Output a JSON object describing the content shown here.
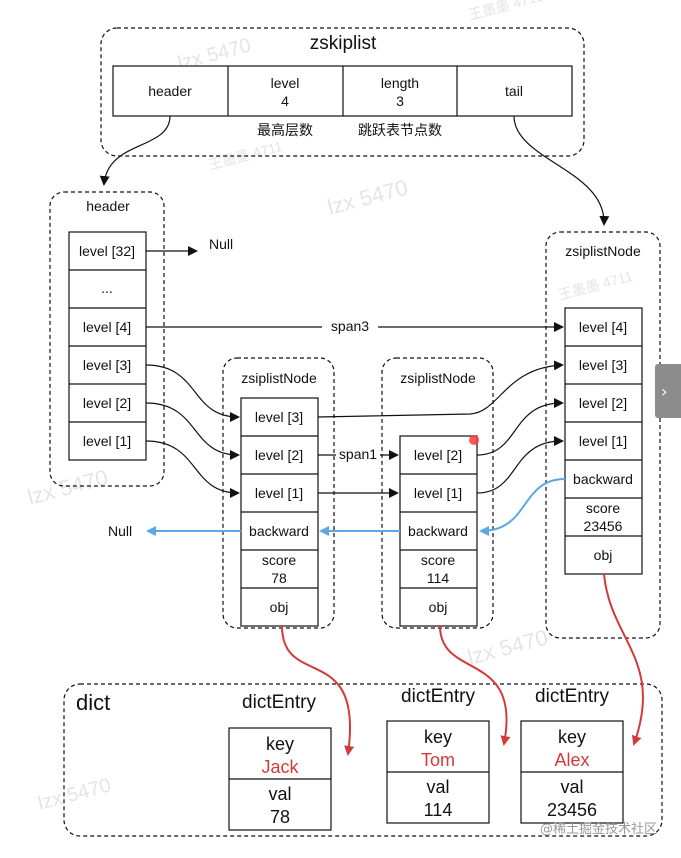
{
  "zskiplist": {
    "title": "zskiplist",
    "header": "header",
    "level_label": "level",
    "level_value": "4",
    "length_label": "length",
    "length_value": "3",
    "tail": "tail",
    "caption_level": "最高层数",
    "caption_length": "跳跃表节点数"
  },
  "header_node": {
    "title": "header",
    "levels": [
      "level [32]",
      "...",
      "level [4]",
      "level [3]",
      "level [2]",
      "level [1]"
    ]
  },
  "null_top": "Null",
  "null_left": "Null",
  "span3": "span3",
  "span1": "span1",
  "nodes": [
    {
      "title": "zsiplistNode",
      "levels": [
        "level [3]",
        "level [2]",
        "level [1]"
      ],
      "backward": "backward",
      "score_label": "score",
      "score_value": "78",
      "obj": "obj"
    },
    {
      "title": "zsiplistNode",
      "levels": [
        "level [2]",
        "level [1]"
      ],
      "backward": "backward",
      "score_label": "score",
      "score_value": "114",
      "obj": "obj"
    },
    {
      "title": "zsiplistNode",
      "levels": [
        "level [4]",
        "level [3]",
        "level [2]",
        "level [1]"
      ],
      "backward": "backward",
      "score_label": "score",
      "score_value": "23456",
      "obj": "obj"
    }
  ],
  "dict": {
    "title": "dict",
    "entries": [
      {
        "title": "dictEntry",
        "key_label": "key",
        "key_value": "Jack",
        "val_label": "val",
        "val_value": "78"
      },
      {
        "title": "dictEntry",
        "key_label": "key",
        "key_value": "Tom",
        "val_label": "val",
        "val_value": "114"
      },
      {
        "title": "dictEntry",
        "key_label": "key",
        "key_value": "Alex",
        "val_label": "val",
        "val_value": "23456"
      }
    ]
  },
  "watermarks": [
    "lzx 5470",
    "王墨墨 4711"
  ],
  "credit": "@稀土掘金技术社区",
  "side_tab_icon": "chevron-right-icon",
  "colors": {
    "backward_arrow": "#5aa7e6",
    "obj_arrow": "#d33a3a",
    "key_value": "#d33a3a"
  }
}
